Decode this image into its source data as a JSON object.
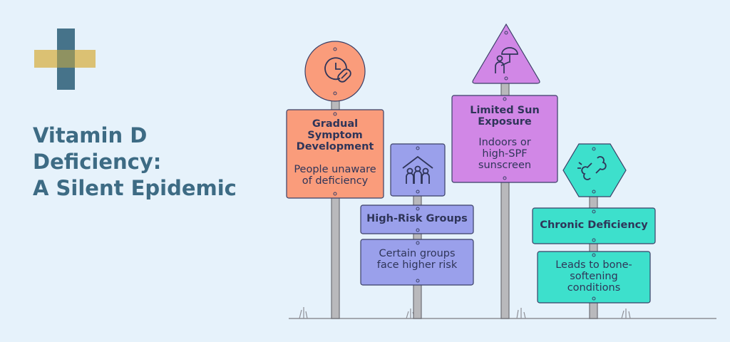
{
  "title_lines": [
    "Vitamin D",
    "Deficiency:",
    "A Silent Epidemic"
  ],
  "signs": [
    {
      "heading": "Gradual Symptom Development",
      "body": "People unaware of deficiency",
      "icon": "clock-pill-icon"
    },
    {
      "heading": "High-Risk Groups",
      "body": "Certain groups face higher risk",
      "icon": "family-house-icon"
    },
    {
      "heading": "Limited Sun Exposure",
      "body": "Indoors or high-SPF sunscreen",
      "icon": "person-umbrella-icon"
    },
    {
      "heading": "Chronic Deficiency",
      "body": "Leads to bone-softening conditions",
      "icon": "broken-bone-icon"
    }
  ],
  "colors": {
    "background": "#e6f2fb",
    "logo_teal": "#3d6b84",
    "logo_gold": "#d8b85a",
    "orange": "#fa9c7b",
    "blue": "#9aa0eb",
    "purple": "#d187e6",
    "teal": "#3de0cc",
    "outline": "#3a3f66",
    "pole": "#b9b9bc"
  }
}
